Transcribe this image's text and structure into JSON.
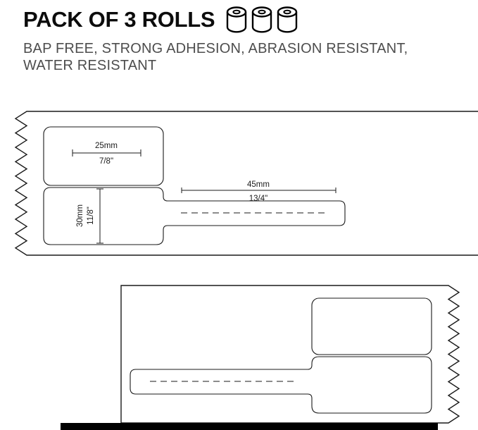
{
  "header": {
    "title": "PACK OF 3 ROLLS",
    "subtitle_lines": [
      "BAP FREE, STRONG ADHESION, ABRASION RESISTANT,",
      "WATER RESISTANT"
    ],
    "roll_icon": "paper-roll-icon",
    "roll_count": 3
  },
  "colors": {
    "text_primary": "#0c0c0c",
    "text_secondary": "#4d4d4d",
    "line": "#1a1a1a",
    "bottom_bar": "#000000"
  },
  "diagram": {
    "type": "label-dimension-diagram",
    "dimensions": {
      "width": {
        "mm": "25mm",
        "inch": "7/8\""
      },
      "height": {
        "mm": "30mm",
        "inch": "11/8\""
      },
      "tail": {
        "mm": "45mm",
        "inch": "13/4\""
      }
    }
  }
}
